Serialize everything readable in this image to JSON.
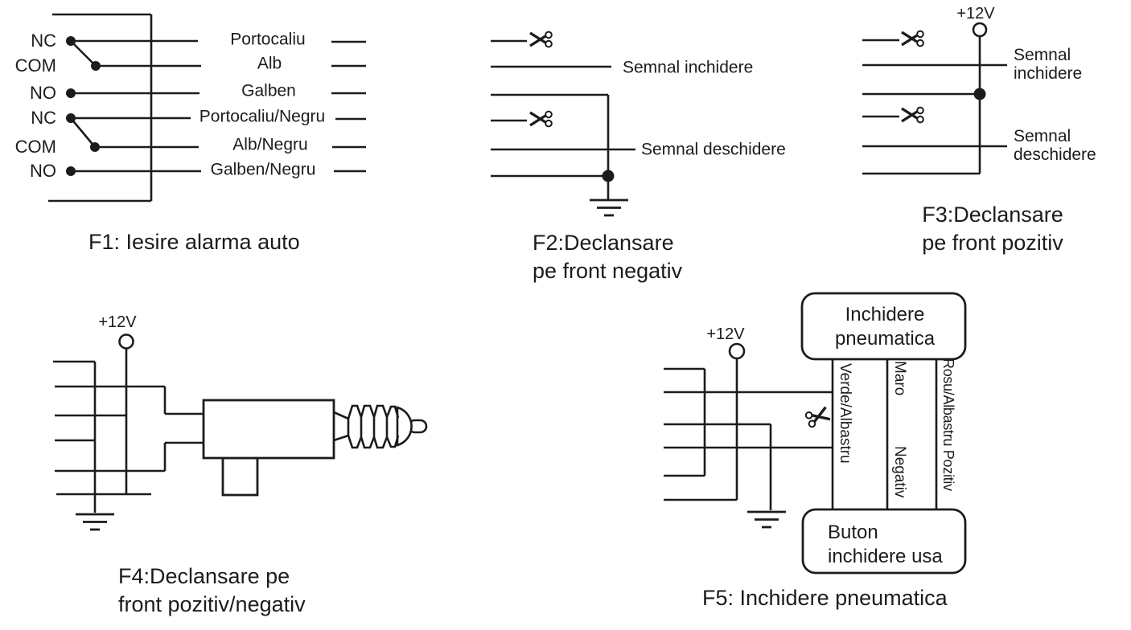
{
  "colors": {
    "ink": "#1c1c1c",
    "background": "#ffffff"
  },
  "figures": {
    "f1": {
      "caption": "F1: Iesire alarma auto",
      "terminals": [
        "NC",
        "COM",
        "NO",
        "NC",
        "COM",
        "NO"
      ],
      "wires": [
        "Portocaliu",
        "Alb",
        "Galben",
        "Portocaliu/Negru",
        "Alb/Negru",
        "Galben/Negru"
      ]
    },
    "f2": {
      "caption_line1": "F2:Declansare",
      "caption_line2": "pe front negativ",
      "close_label": "Semnal inchidere",
      "open_label": "Semnal deschidere"
    },
    "f3": {
      "caption_line1": "F3:Declansare",
      "caption_line2": "pe front pozitiv",
      "supply": "+12V",
      "close_line1": "Semnal",
      "close_line2": "inchidere",
      "open_line1": "Semnal",
      "open_line2": "deschidere"
    },
    "f4": {
      "caption_line1": "F4:Declansare pe",
      "caption_line2": "front pozitiv/negativ",
      "supply": "+12V"
    },
    "f5": {
      "caption": "F5: Inchidere pneumatica",
      "supply": "+12V",
      "top_box_line1": "Inchidere",
      "top_box_line2": "pneumatica",
      "bottom_box_line1": "Buton",
      "bottom_box_line2": "inchidere usa",
      "wire1_label": "Verde/Albastru",
      "wire2_top_label": "Maro",
      "wire2_bottom_label": "Negativ",
      "wire3_label": "Rosu/Albastru Pozitiv"
    }
  }
}
